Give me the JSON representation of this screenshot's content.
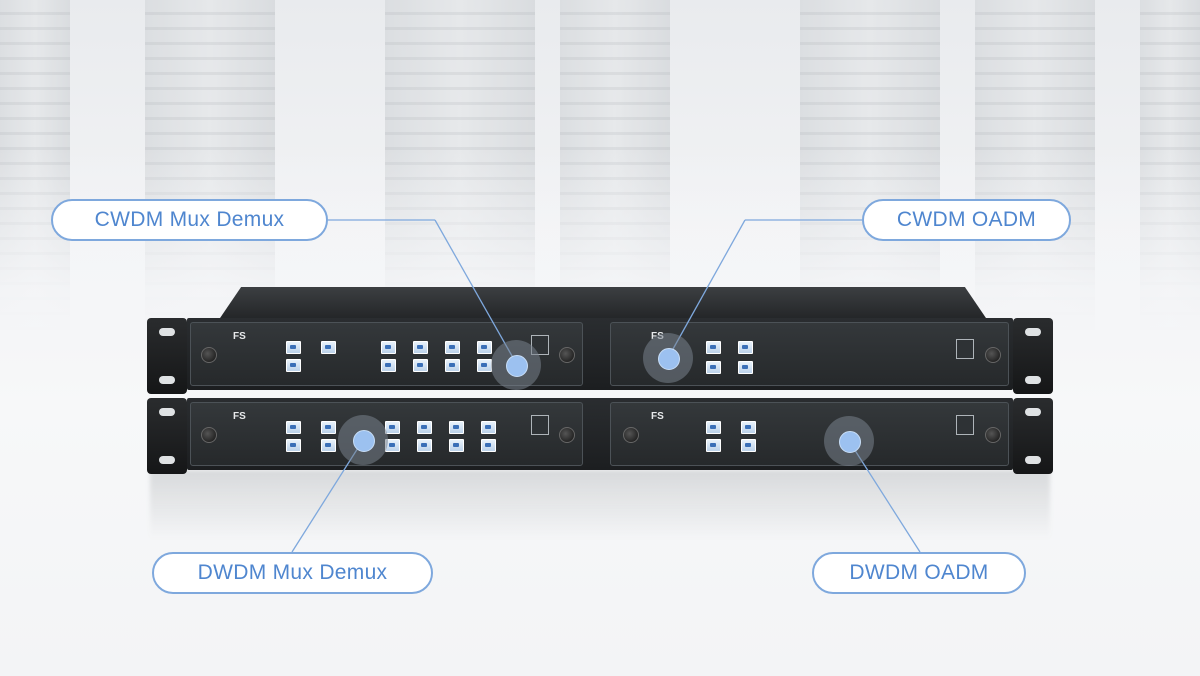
{
  "callouts": {
    "cwdm_mux_demux": "CWDM Mux Demux",
    "cwdm_oadm": "CWDM OADM",
    "dwdm_mux_demux": "DWDM Mux Demux",
    "dwdm_oadm": "DWDM OADM"
  },
  "brand": {
    "logo_text": "FS"
  },
  "colors": {
    "callout_border": "#7ea8dd",
    "callout_text": "#4f86cf",
    "hotspot": "#9cc1f0"
  }
}
